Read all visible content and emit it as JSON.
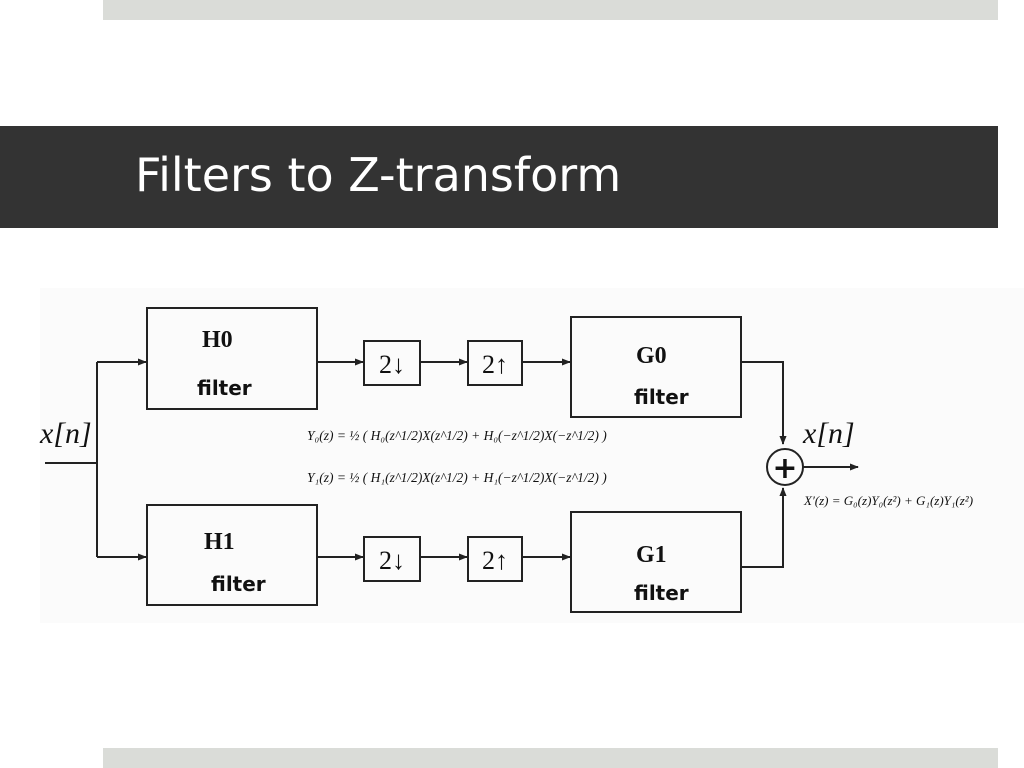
{
  "slide": {
    "title": "Filters to Z-transform"
  },
  "colors": {
    "title_band": "#333333",
    "accent_bars": "#dadcd8",
    "line": "#222222"
  },
  "diagram": {
    "input_label": "x[n]",
    "output_label": "x[n]",
    "adder_symbol": "+",
    "blocks": {
      "h0": {
        "name": "H0",
        "sub": "filter"
      },
      "h1": {
        "name": "H1",
        "sub": "filter"
      },
      "g0": {
        "name": "G0",
        "sub": "filter"
      },
      "g1": {
        "name": "G1",
        "sub": "filter"
      },
      "down_top": "2↓",
      "up_top": "2↑",
      "down_bottom": "2↓",
      "up_bottom": "2↑"
    },
    "equations": {
      "y0": "Y₀(z) = ½ ( H₀(z^1/2)X(z^1/2) + H₀(−z^1/2)X(−z^1/2) )",
      "y1": "Y₁(z) = ½ ( H₁(z^1/2)X(z^1/2) + H₁(−z^1/2)X(−z^1/2) )",
      "xhat": "X′(z) = G₀(z)Y₀(z²) + G₁(z)Y₁(z²)"
    }
  }
}
